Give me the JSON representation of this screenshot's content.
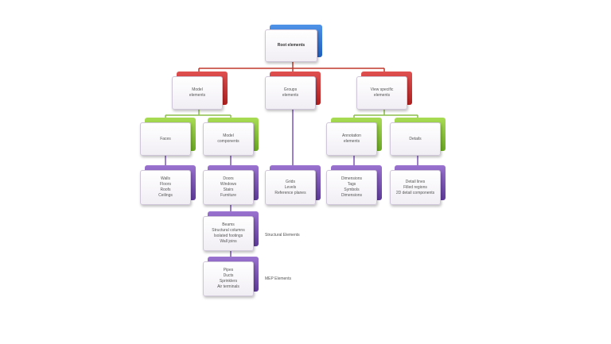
{
  "root": {
    "lines": [
      "Root elements"
    ]
  },
  "level1": [
    {
      "lines": [
        "Model",
        "elements"
      ]
    },
    {
      "lines": [
        "Groups",
        "elements"
      ]
    },
    {
      "lines": [
        "View specific",
        "elements"
      ]
    }
  ],
  "level2": [
    {
      "lines": [
        "Faces"
      ]
    },
    {
      "lines": [
        "Model",
        "components"
      ]
    },
    {
      "lines": [
        "Annotation",
        "elements"
      ]
    },
    {
      "lines": [
        "Details"
      ]
    }
  ],
  "level3": [
    {
      "lines": [
        "Walls",
        "Floors",
        "Roofs",
        "Ceilings"
      ]
    },
    {
      "lines": [
        "Doors",
        "Windows",
        "Stairs",
        "Furniture"
      ]
    },
    {
      "lines": [
        "Grids",
        "Levels",
        "Reference planes"
      ]
    },
    {
      "lines": [
        "Dimensions",
        "Tags",
        "Symbols",
        "Dimensions"
      ]
    },
    {
      "lines": [
        "Detail lines",
        "Filled regions",
        "2D detail components"
      ]
    }
  ],
  "level4": {
    "lines": [
      "Beams",
      "Structural columns",
      "Isolated footings",
      "Wall joins"
    ]
  },
  "level5": {
    "lines": [
      "Pipes",
      "Ducts",
      "Sprinklers",
      "Air terminals"
    ]
  },
  "side_labels": {
    "structural": "Structural Elements",
    "mep": "MEP Elements"
  },
  "colors": {
    "root": "#2f6fd0",
    "level1": "#c92b2b",
    "level2": "#86c23a",
    "level3": "#7b52b8",
    "line_red": "#c0392b",
    "line_green": "#8bbf4a",
    "line_purple": "#7b52b8"
  }
}
